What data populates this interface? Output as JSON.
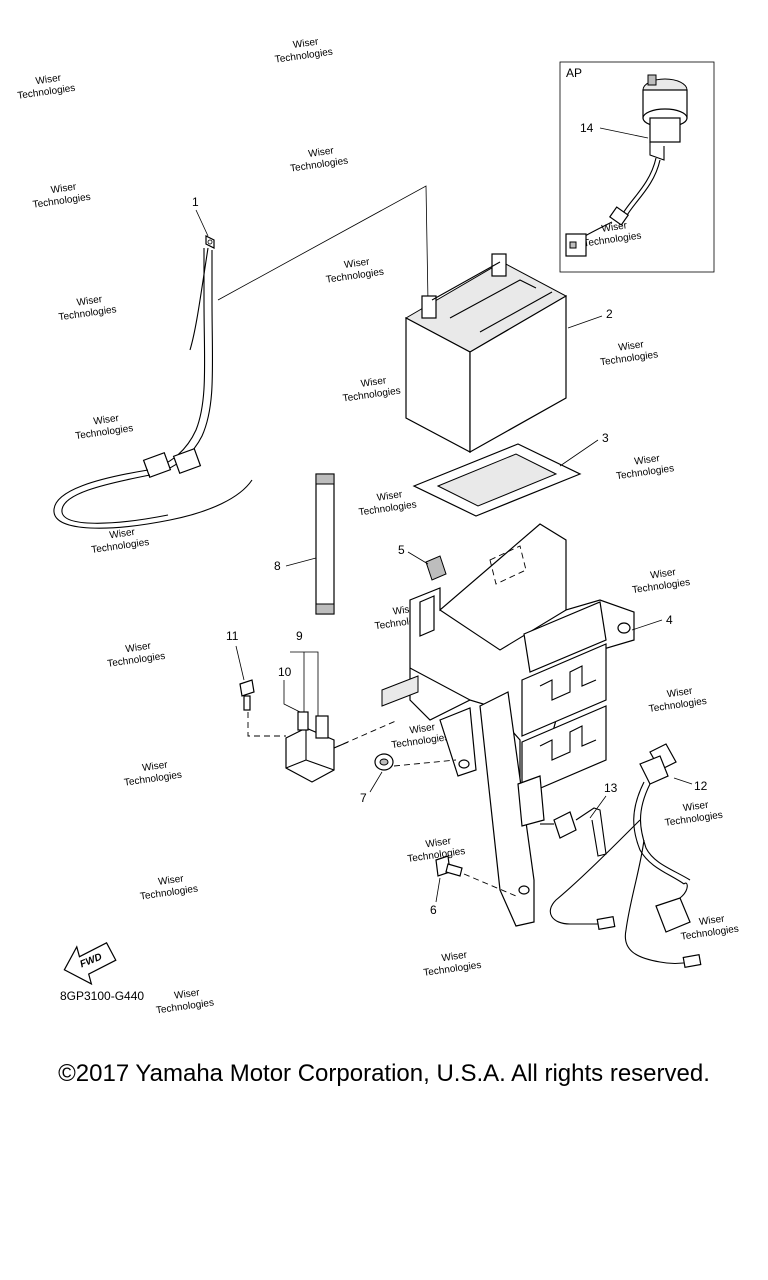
{
  "callouts": {
    "c1": "1",
    "c2": "2",
    "c3": "3",
    "c4": "4",
    "c5": "5",
    "c6": "6",
    "c7": "7",
    "c8": "8",
    "c9": "9",
    "c10": "10",
    "c11": "11",
    "c12": "12",
    "c13": "13",
    "c14": "14"
  },
  "inset_label": "AP",
  "fwd_label": "FWD",
  "diagram_code": "8GP3100-G440",
  "watermark": {
    "line1": "Wiser",
    "line2": "Technologies"
  },
  "copyright": "©2017 Yamaha Motor Corporation, U.S.A. All rights reserved."
}
